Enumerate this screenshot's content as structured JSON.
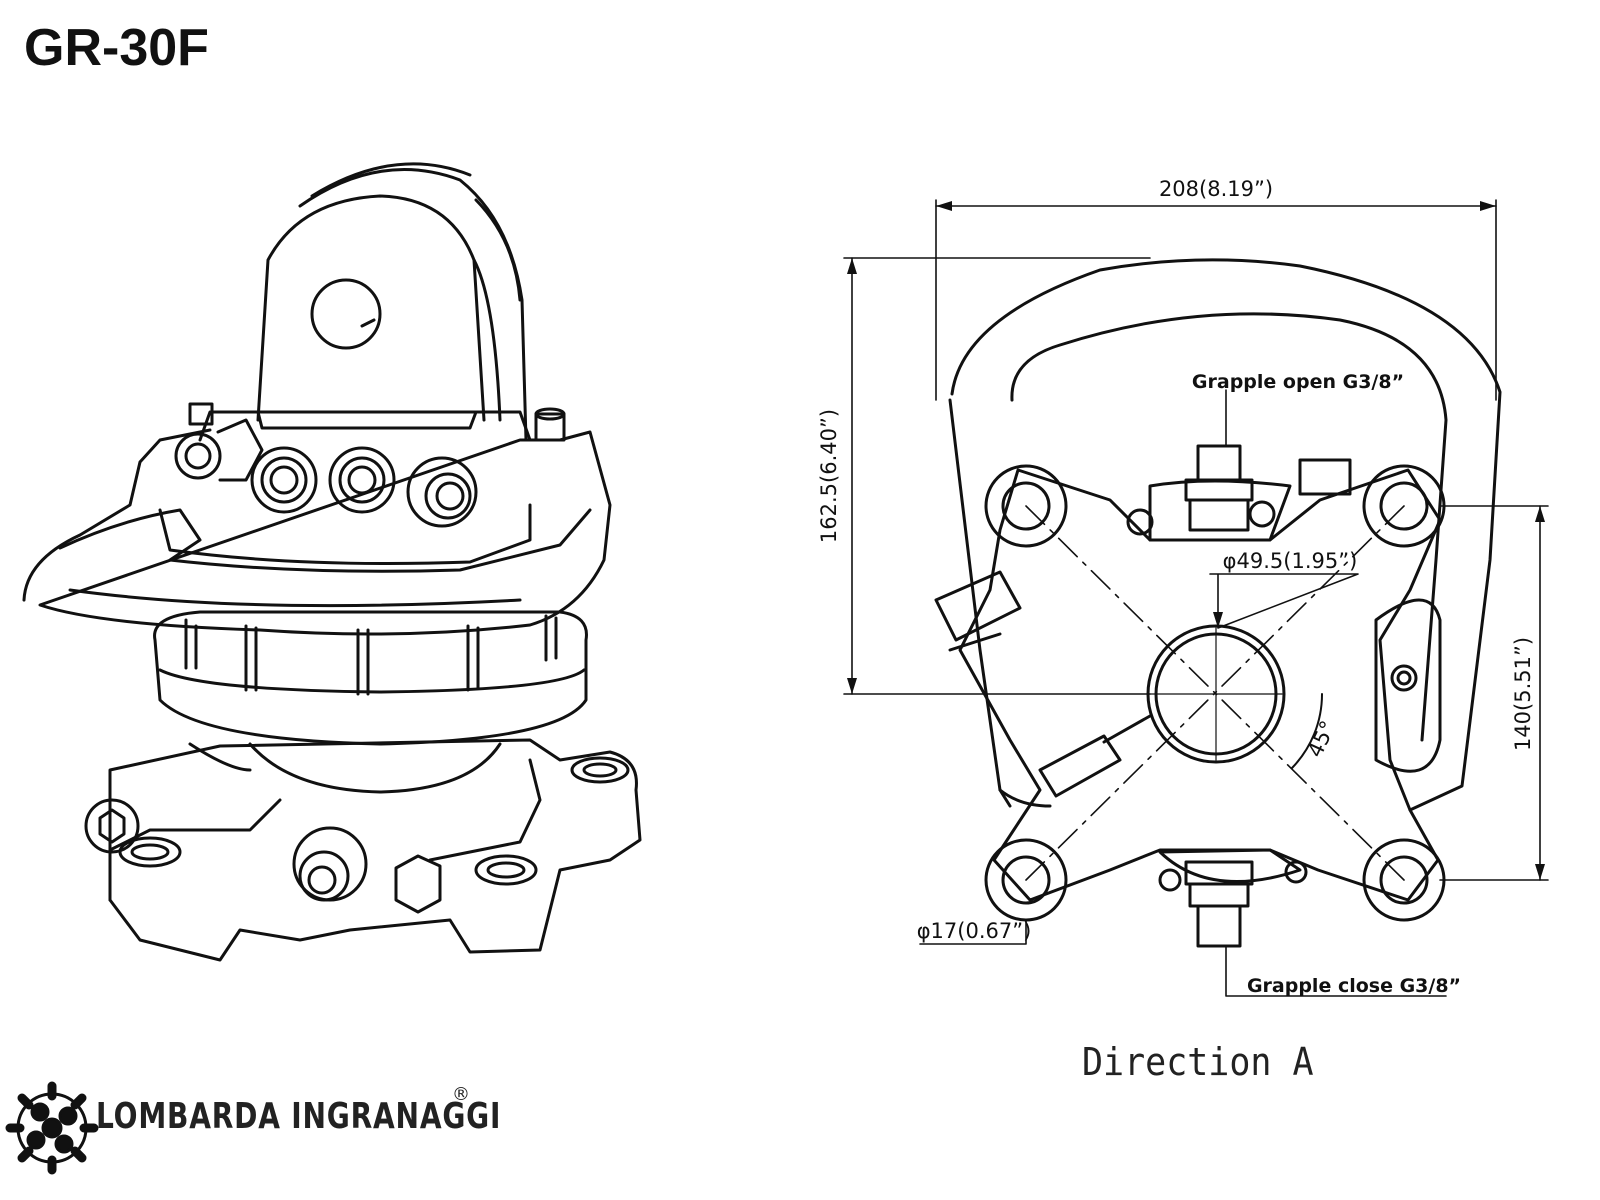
{
  "title": "GR-30F",
  "view_caption": "Direction A",
  "dimensions": {
    "width": "208(8.19”)",
    "height": "162.5(6.40”)",
    "hole_spacing": "140(5.51”)",
    "center_bore": "φ49.5(1.95”)",
    "mount_hole": "φ17(0.67”)",
    "angle": "45°"
  },
  "ports": {
    "open": "Grapple open G3/8”",
    "close": "Grapple close G3/8”"
  },
  "brand": {
    "name": "LOMBARDA INGRANAGGI",
    "registered": "®",
    "logo": "gear-logo-icon"
  }
}
